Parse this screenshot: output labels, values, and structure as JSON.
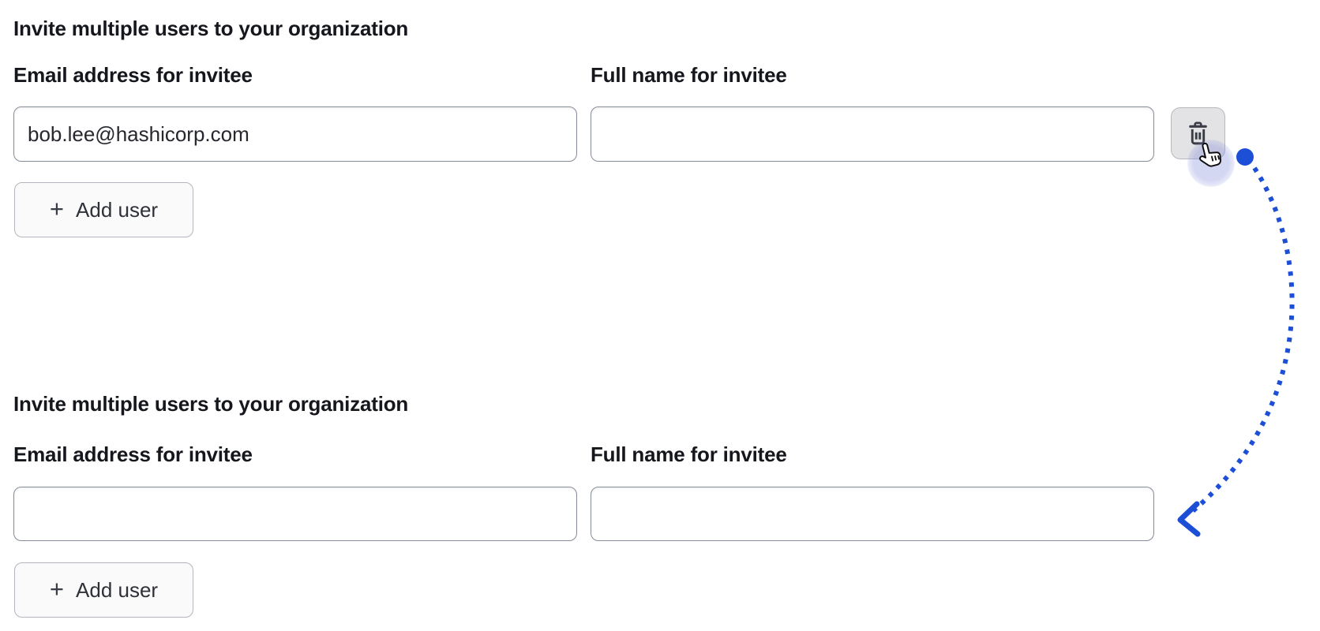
{
  "colors": {
    "accent-blue": "#1d4fd6",
    "input-border": "#878c9a",
    "button-bg": "#fafafa",
    "button-border": "#b3b6bd",
    "delete-bg": "#e3e3e6",
    "delete-border": "#b7b9be",
    "icon-color": "#3a3d45"
  },
  "sections": [
    {
      "heading": "Invite multiple users to your organization",
      "email_field": {
        "label": "Email address for invitee",
        "value": "bob.lee@hashicorp.com"
      },
      "name_field": {
        "label": "Full name for invitee",
        "value": ""
      },
      "add_button": {
        "plus": "+",
        "label": "Add user"
      }
    },
    {
      "heading": "Invite multiple users to your organization",
      "email_field": {
        "label": "Email address for invitee",
        "value": ""
      },
      "name_field": {
        "label": "Full name for invitee",
        "value": ""
      },
      "add_button": {
        "plus": "+",
        "label": "Add user"
      }
    }
  ],
  "annotation": {
    "type": "dotted-arrow",
    "from": "delete-user-button",
    "to": "second-full-name-input",
    "cursor": "pointer-hand over delete button"
  }
}
